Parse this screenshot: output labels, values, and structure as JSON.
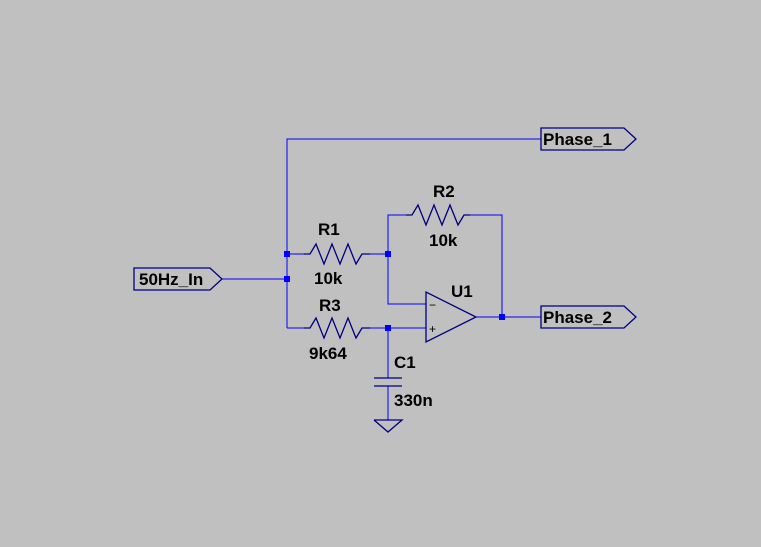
{
  "schematic": {
    "ports": {
      "input": "50Hz_In",
      "output1": "Phase_1",
      "output2": "Phase_2"
    },
    "components": {
      "r1": {
        "ref": "R1",
        "value": "10k"
      },
      "r2": {
        "ref": "R2",
        "value": "10k"
      },
      "r3": {
        "ref": "R3",
        "value": "9k64"
      },
      "c1": {
        "ref": "C1",
        "value": "330n"
      },
      "u1": {
        "ref": "U1",
        "minus": "−",
        "plus": "+"
      }
    },
    "colors": {
      "background": "#c0c0c0",
      "wire": "#0000ff",
      "component": "#000080",
      "junction": "#0000ff",
      "text": "#000000"
    }
  }
}
